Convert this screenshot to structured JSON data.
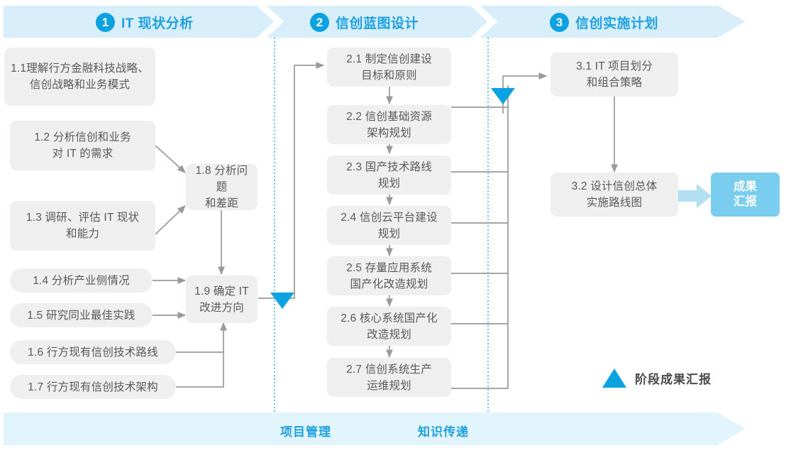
{
  "header": {
    "bar_color": "#d9eefb",
    "accent": "#1da1e0",
    "stages": [
      {
        "number": "1",
        "title": "IT 现状分析"
      },
      {
        "number": "2",
        "title": "信创蓝图设计"
      },
      {
        "number": "3",
        "title": "信创实施计划"
      }
    ]
  },
  "stage1": {
    "boxes": [
      {
        "id": "1.1",
        "line1": "1.1理解行方金融科技战略、",
        "line2": "信创战略和业务模式"
      },
      {
        "id": "1.2",
        "line1": "1.2 分析信创和业务",
        "line2": "对 IT 的需求"
      },
      {
        "id": "1.3",
        "line1": "1.3 调研、评估 IT 现状",
        "line2": "和能力"
      },
      {
        "id": "1.4",
        "line1": "1.4 分析产业侧情况",
        "line2": ""
      },
      {
        "id": "1.5",
        "line1": "1.5 研究同业最佳实践",
        "line2": ""
      },
      {
        "id": "1.6",
        "line1": "1.6 行方现有信创技术路线",
        "line2": ""
      },
      {
        "id": "1.7",
        "line1": "1.7 行方现有信创技术架构",
        "line2": ""
      },
      {
        "id": "1.8",
        "line1": "1.8 分析问题",
        "line2": "和差距"
      },
      {
        "id": "1.9",
        "line1": "1.9 确定 IT",
        "line2": "改进方向"
      }
    ]
  },
  "stage2": {
    "boxes": [
      {
        "id": "2.1",
        "line1": "2.1 制定信创建设",
        "line2": "目标和原则"
      },
      {
        "id": "2.2",
        "line1": "2.2 信创基础资源",
        "line2": "架构规划"
      },
      {
        "id": "2.3",
        "line1": "2.3 国产技术路线",
        "line2": "规划"
      },
      {
        "id": "2.4",
        "line1": "2.4 信创云平台建设",
        "line2": "规划"
      },
      {
        "id": "2.5",
        "line1": "2.5 存量应用系统",
        "line2": "国产化改造规划"
      },
      {
        "id": "2.6",
        "line1": "2.6 核心系统国产化",
        "line2": "改造规划"
      },
      {
        "id": "2.7",
        "line1": "2.7 信创系统生产",
        "line2": "运维规划"
      }
    ]
  },
  "stage3": {
    "boxes": [
      {
        "id": "3.1",
        "line1": "3.1 IT 项目划分",
        "line2": "和组合策略"
      },
      {
        "id": "3.2",
        "line1": "3.2 设计信创总体",
        "line2": "实施路线图"
      }
    ],
    "result": {
      "line1": "成果",
      "line2": "汇报",
      "color": "#79cdee"
    }
  },
  "legend": {
    "marker_icon": "triangle-up-icon",
    "label": "阶段成果汇报",
    "marker_color": "#0aa2e1"
  },
  "footer": {
    "bar_color": "#e2f4fc",
    "labels": [
      "项目管理",
      "知识传递"
    ]
  }
}
